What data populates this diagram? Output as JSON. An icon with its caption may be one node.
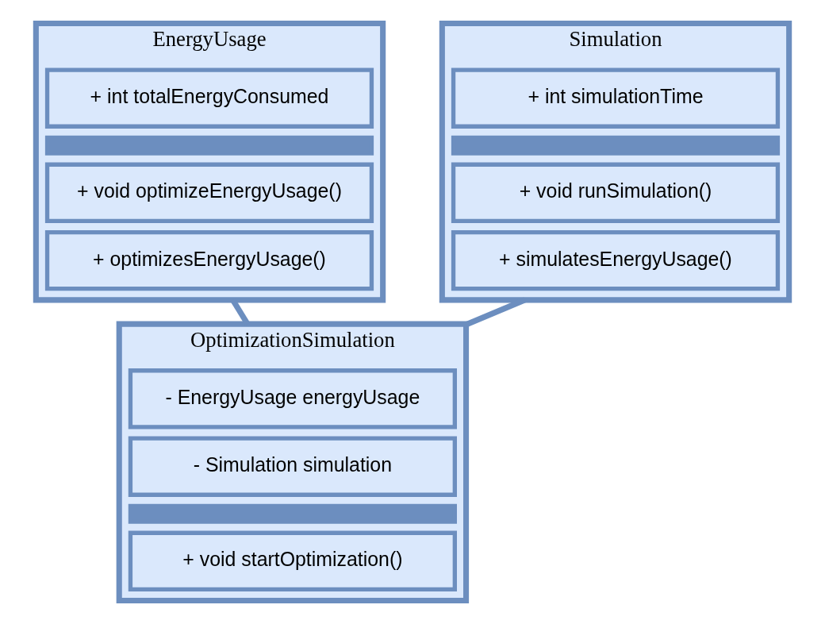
{
  "diagram": {
    "nodes": [
      {
        "text": [
          "EnergyUsage"
        ]
      },
      {
        "text": [
          "+ int totalEnergyConsumed"
        ],
        "in": 0
      },
      {
        "text": [],
        "shape": "bar",
        "in": 0
      },
      {
        "text": [
          "+ void optimizeEnergyUsage()"
        ],
        "in": 0
      },
      {
        "text": [
          "+ optimizesEnergyUsage()"
        ],
        "in": 0
      },
      {
        "text": [
          "Simulation"
        ]
      },
      {
        "text": [
          "+ int simulationTime"
        ],
        "in": 5
      },
      {
        "text": [],
        "shape": "bar",
        "in": 5
      },
      {
        "text": [
          "+ void runSimulation()"
        ],
        "in": 5
      },
      {
        "text": [
          "+ simulatesEnergyUsage()"
        ],
        "in": 5
      },
      {
        "text": [
          "OptimizationSimulation"
        ]
      },
      {
        "text": [
          "- EnergyUsage energyUsage"
        ],
        "in": 10
      },
      {
        "text": [
          "- Simulation simulation"
        ],
        "in": 10
      },
      {
        "text": [],
        "shape": "bar",
        "in": 10
      },
      {
        "text": [
          "+ void startOptimization()"
        ],
        "in": 10
      }
    ],
    "edges": [
      {
        "from": 0,
        "to": 10,
        "arrow": "none"
      },
      {
        "from": 5,
        "to": 10,
        "arrow": "none"
      }
    ]
  }
}
